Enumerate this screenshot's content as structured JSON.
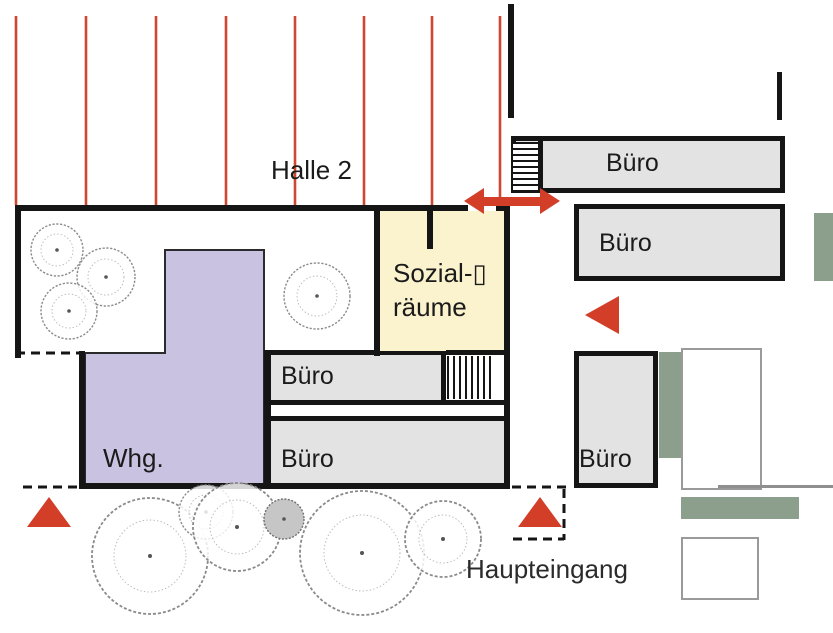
{
  "labels": {
    "hall": "Halle 2",
    "main_entrance": "Haupteingang"
  },
  "rooms": {
    "office_top_right": {
      "label": "Büro"
    },
    "office_right_upper": {
      "label": "Büro"
    },
    "office_middle": {
      "label": "Büro"
    },
    "office_bottom": {
      "label": "Büro"
    },
    "office_right_lower": {
      "label": "Büro"
    },
    "social_rooms": {
      "line1": "Sozial-▯",
      "line2": "räume"
    },
    "apartment": {
      "label": "Whg."
    }
  },
  "colors": {
    "wall_black": "#151515",
    "signal_red": "#d23e27",
    "roof_line_red": "#cf4733",
    "office_gray": "#e3e3e3",
    "apartment_purple": "#c9c3e1",
    "social_yellow": "#fbf3ce",
    "landscape_green": "#8c9f8d",
    "neighbor_outline_gray": "#9a9a9a"
  },
  "icons": [
    {
      "name": "double-arrow-icon"
    },
    {
      "name": "triangle-left-arrow-icon"
    },
    {
      "name": "triangle-up-arrow-icon"
    },
    {
      "name": "triangle-up-arrow-icon"
    },
    {
      "name": "stairs-icon"
    },
    {
      "name": "stairs-icon"
    },
    {
      "name": "tree-icon"
    }
  ]
}
